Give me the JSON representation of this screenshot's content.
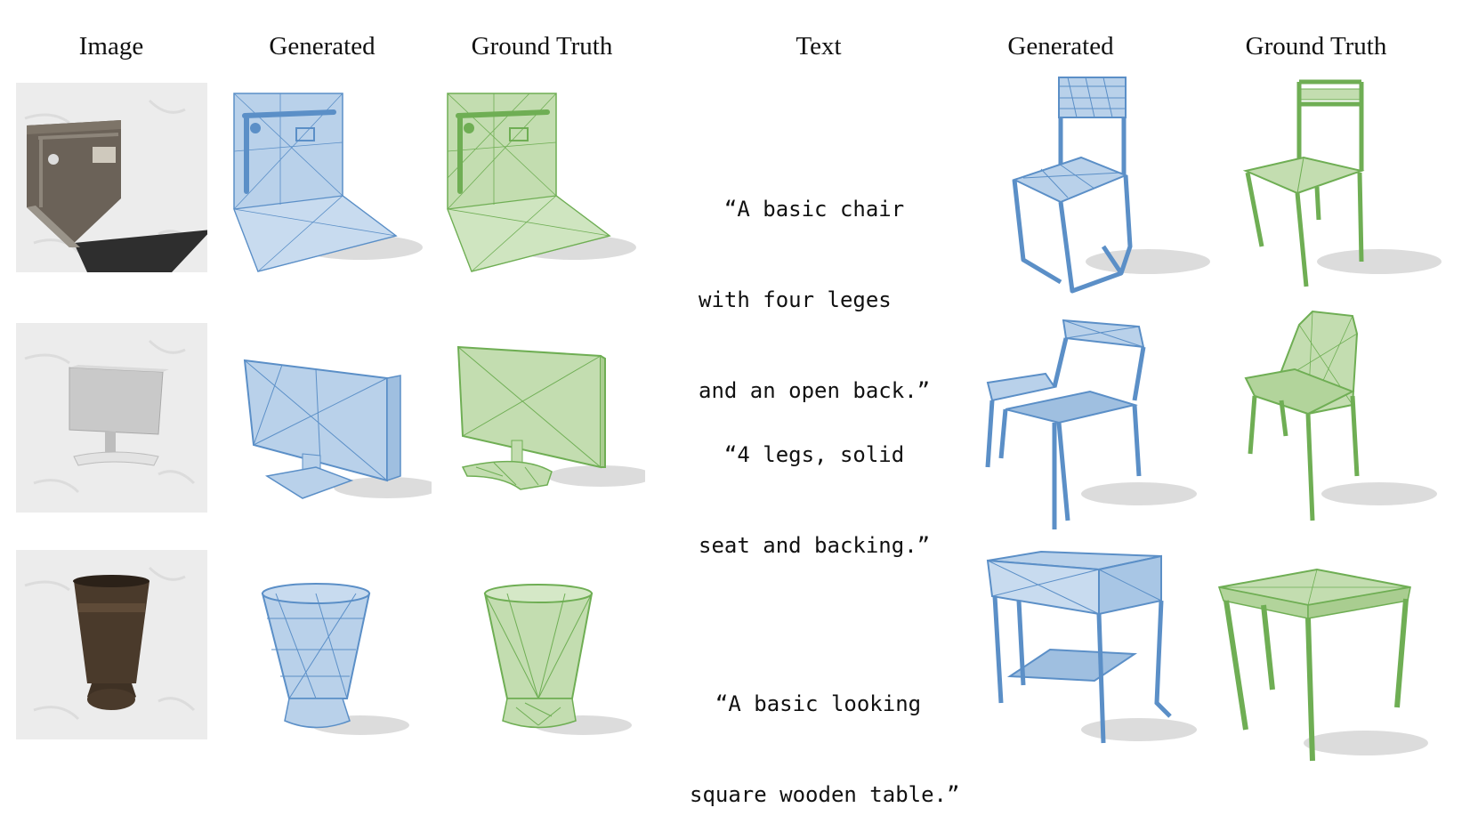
{
  "headers": {
    "image": "Image",
    "generated_left": "Generated",
    "ground_truth_left": "Ground Truth",
    "text": "Text",
    "generated_right": "Generated",
    "ground_truth_right": "Ground Truth"
  },
  "rows": [
    {
      "image_object": "wall-corner",
      "text_prompt": [
        "  “A basic chair",
        "with four leges",
        "and an open back.”"
      ]
    },
    {
      "image_object": "monitor",
      "text_prompt": [
        "  “4 legs, solid",
        "seat and backing.”"
      ]
    },
    {
      "image_object": "vase",
      "text_prompt": [
        "  “A basic looking",
        "square wooden table.”"
      ]
    }
  ],
  "colors": {
    "generated_fill": "#b9d1ea",
    "generated_stroke": "#5b8fc7",
    "ground_truth_fill": "#c3ddb0",
    "ground_truth_stroke": "#6fae54",
    "shadow": "#d6d6d6",
    "photo_bg": "#ececec"
  }
}
